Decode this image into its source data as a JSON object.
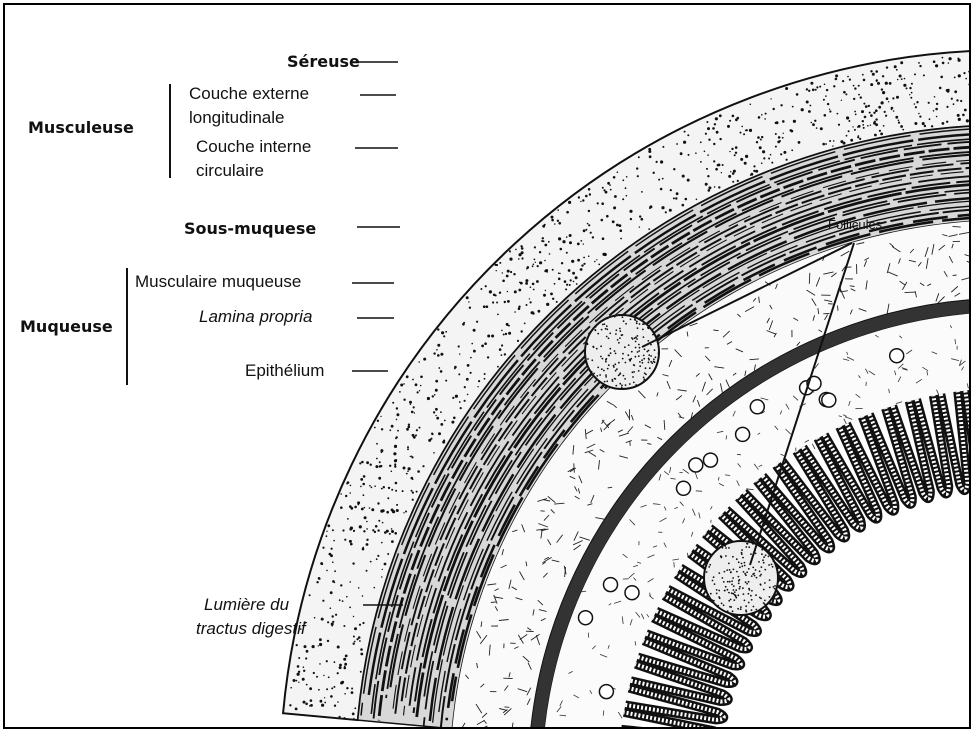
{
  "labels": {
    "sereuse": "Séreuse",
    "couche_externe_1": "Couche externe",
    "couche_externe_2": "longitudinale",
    "couche_interne_1": "Couche interne",
    "couche_interne_2": "circulaire",
    "musculeuse": "Musculeuse",
    "sous_muqueuse": "Sous-muquese",
    "musculaire_muqueuse": "Musculaire muqueuse",
    "lamina_propria": "Lamina propria",
    "epithelium": "Epithélium",
    "muqueuse": "Muqueuse",
    "lumiere_1": "Lumière du",
    "lumiere_2": "tractus digestif",
    "follicules": "Follicules"
  },
  "colors": {
    "ink": "#111111",
    "background": "#ffffff"
  }
}
